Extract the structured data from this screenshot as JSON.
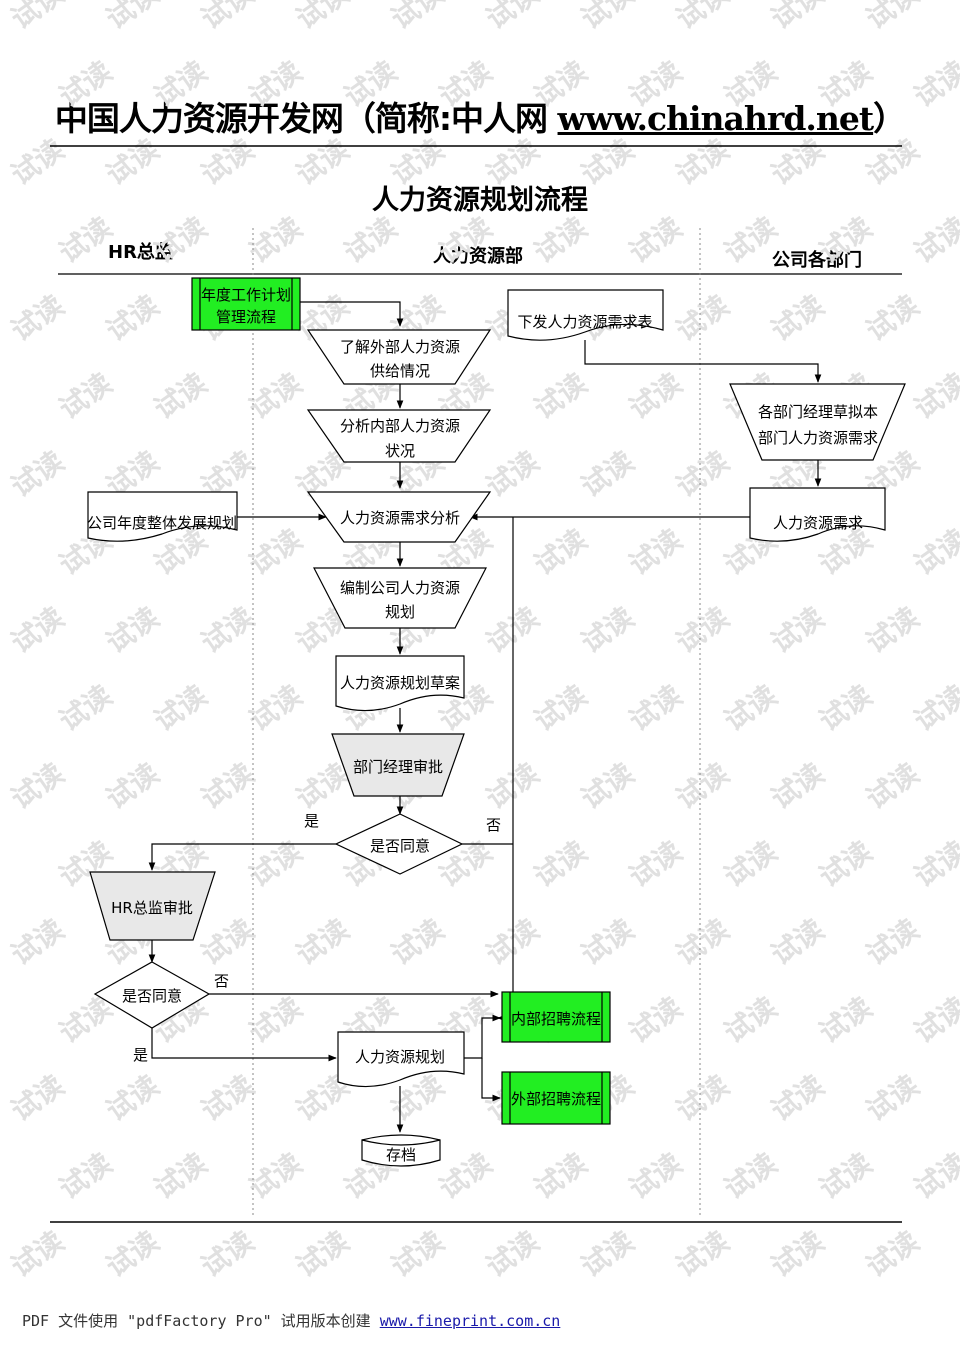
{
  "header": {
    "site_title": "中国人力资源开发网（简称:中人网 ",
    "site_url": "www.chinahrd.net",
    "site_title_end": "）"
  },
  "chart": {
    "title": "人力资源规划流程",
    "lanes": {
      "hr_director": "HR总监",
      "hr_department": "人力资源部",
      "departments": "公司各部门"
    },
    "nodes": {
      "annual_plan_l1": "年度工作计划",
      "annual_plan_l2": "管理流程",
      "issue_form": "下发人力资源需求表",
      "external_l1": "了解外部人力资源",
      "external_l2": "供给情况",
      "internal_l1": "分析内部人力资源",
      "internal_l2": "状况",
      "dept_draft_l1": "各部门经理草拟本",
      "dept_draft_l2": "部门人力资源需求",
      "company_plan": "公司年度整体发展规划",
      "demand_analysis": "人力资源需求分析",
      "dept_demand": "人力资源需求",
      "compile_l1": "编制公司人力资源",
      "compile_l2": "规划",
      "draft": "人力资源规划草案",
      "manager_approval": "部门经理审批",
      "agree_1": "是否同意",
      "hr_approval": "HR总监审批",
      "agree_2": "是否同意",
      "internal_recruit": "内部招聘流程",
      "hr_plan": "人力资源规划",
      "external_recruit": "外部招聘流程",
      "archive": "存档"
    },
    "edge_labels": {
      "yes_1": "是",
      "no_1": "否",
      "no_2": "否",
      "yes_2": "是"
    },
    "watermark": "试读",
    "colors": {
      "green_process": "#22ee22",
      "gray_manual": "#e8e8e8",
      "line": "#000000"
    }
  },
  "footer": {
    "text": "PDF 文件使用 \"pdfFactory Pro\" 试用版本创建 ",
    "link": "www.fineprint.com.cn"
  }
}
